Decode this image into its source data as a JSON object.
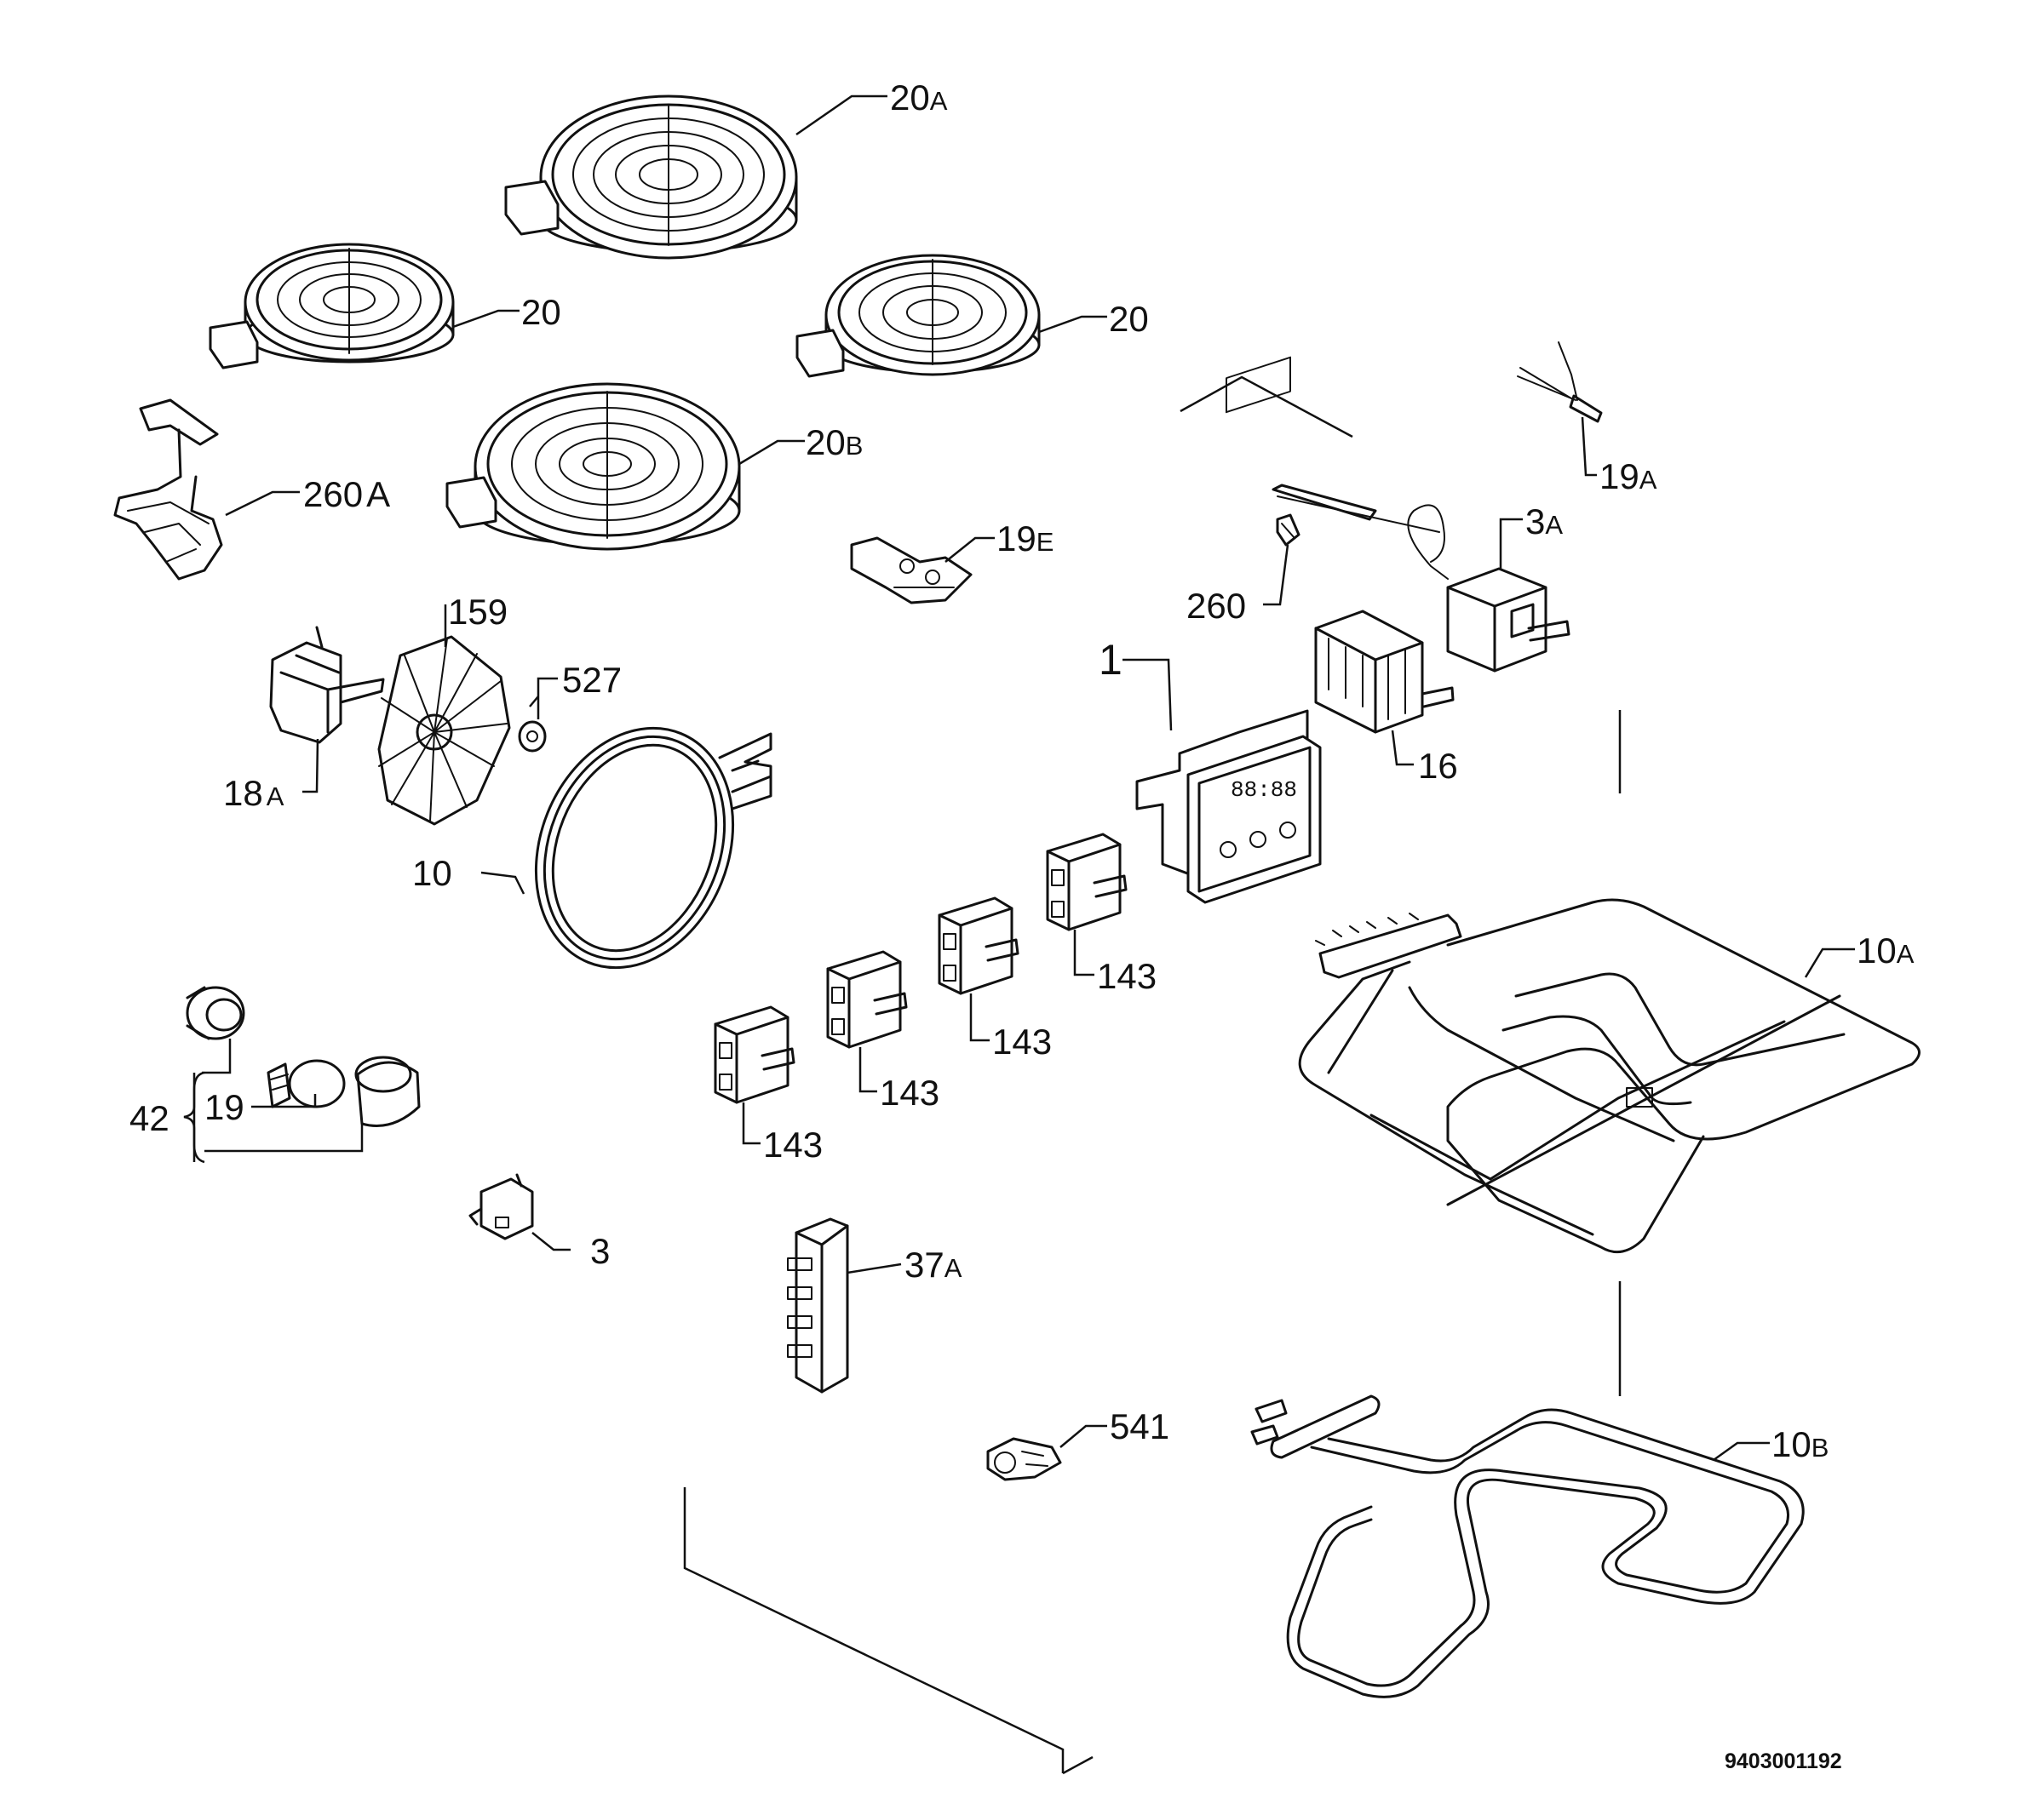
{
  "diagram": {
    "document_number": "9403001192",
    "labels": {
      "hotplate_20a": {
        "num": "20",
        "suffix": "A"
      },
      "hotplate_20_left": {
        "num": "20",
        "suffix": ""
      },
      "hotplate_20_right": {
        "num": "20",
        "suffix": ""
      },
      "hotplate_20b": {
        "num": "20",
        "suffix": "B"
      },
      "clip_260a": {
        "num": "260",
        "suffix": "A"
      },
      "sensor_19e": {
        "num": "19",
        "suffix": "E"
      },
      "probe_19a": {
        "num": "19",
        "suffix": "A"
      },
      "thermostat_3a": {
        "num": "3",
        "suffix": "A"
      },
      "clip_260": {
        "num": "260",
        "suffix": ""
      },
      "timer_1": {
        "num": "1",
        "suffix": ""
      },
      "selector_16": {
        "num": "16",
        "suffix": ""
      },
      "fan_motor_18a": {
        "num": "18",
        "suffix": "A"
      },
      "fan_blade_159": {
        "num": "159",
        "suffix": ""
      },
      "nut_527": {
        "num": "527",
        "suffix": ""
      },
      "ring_element_10": {
        "num": "10",
        "suffix": ""
      },
      "grill_element_10a": {
        "num": "10",
        "suffix": "A"
      },
      "energy_regulator_1": {
        "num": "143",
        "suffix": ""
      },
      "energy_regulator_2": {
        "num": "143",
        "suffix": ""
      },
      "energy_regulator_3": {
        "num": "143",
        "suffix": ""
      },
      "energy_regulator_4": {
        "num": "143",
        "suffix": ""
      },
      "lamp_group_42": {
        "num": "42",
        "suffix": ""
      },
      "lamp_bulb_19": {
        "num": "19",
        "suffix": ""
      },
      "switch_3": {
        "num": "3",
        "suffix": ""
      },
      "terminal_block_37a": {
        "num": "37",
        "suffix": "A"
      },
      "connector_541": {
        "num": "541",
        "suffix": ""
      },
      "bottom_element_10b": {
        "num": "10",
        "suffix": "B"
      }
    }
  }
}
